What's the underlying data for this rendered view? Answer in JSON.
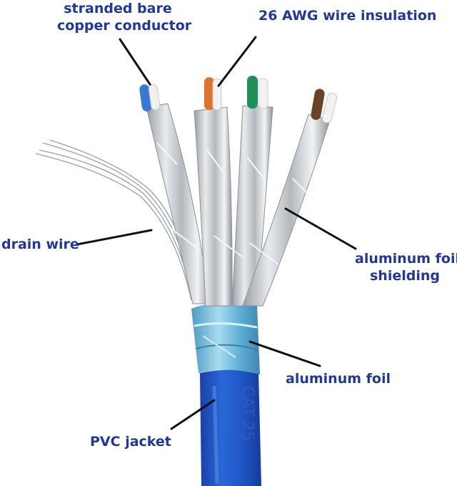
{
  "labels": {
    "stranded": {
      "line1": "stranded bare",
      "line2": "copper conductor"
    },
    "insulation": "26 AWG wire insulation",
    "drain": "drain wire",
    "shielding": {
      "line1": "aluminum foil",
      "line2": "shielding"
    },
    "foil": "aluminum foil",
    "jacket": "PVC jacket"
  },
  "jacket_print": "CAT 25",
  "colors": {
    "label_text": "#22379a",
    "leader_line": "#111111",
    "jacket_blue": "#1f56c6",
    "foil_silver": "#c9ccd0",
    "foil_blue": "#6fb8da",
    "pair_blue": "#3a78d8",
    "pair_orange": "#e0712a",
    "pair_green": "#1f8f5a",
    "pair_brown": "#6b4226"
  }
}
